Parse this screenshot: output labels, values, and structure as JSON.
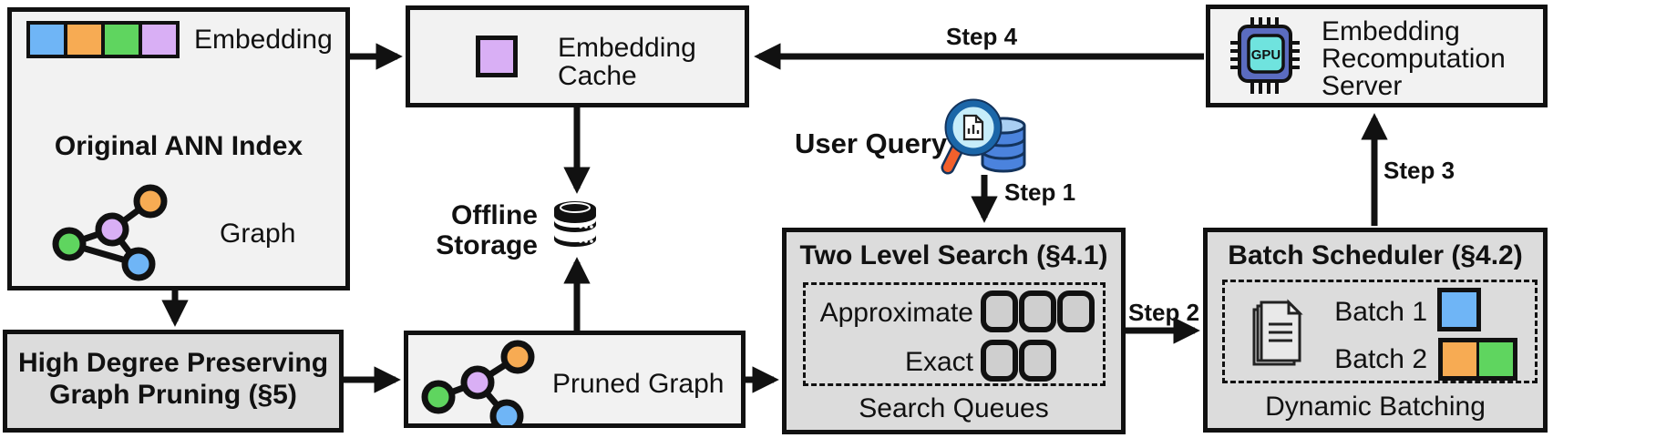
{
  "palette": {
    "blue": "#6FB5F6",
    "orange": "#F7AB53",
    "green": "#5FD55F",
    "purple": "#D9AFF5",
    "box_light": "#F2F2F2",
    "box_dark": "#DCDCDC",
    "queue_slot_fill": "#CFCFCF",
    "outline": "#111111",
    "gpu_chip_body": "#5B6CC0",
    "gpu_chip_core": "#6FE3DE",
    "magnifier_rim": "#1B66A8",
    "magnifier_lens": "#C7EDFA",
    "magnifier_handle": "#F2602C",
    "query_db_body": "#4B83DD",
    "query_db_top": "#A9CEF2"
  },
  "ann_index": {
    "embedding_label": "Embedding",
    "title": "Original ANN Index",
    "graph_label": "Graph",
    "embedding_vector_colors": [
      "blue",
      "orange",
      "green",
      "purple"
    ]
  },
  "embedding_cache": {
    "label": "Embedding Cache"
  },
  "offline_storage": {
    "label": "Offline Storage"
  },
  "user_query": {
    "label": "User Query"
  },
  "steps": {
    "s1": "Step 1",
    "s2": "Step 2",
    "s3": "Step 3",
    "s4": "Step 4"
  },
  "two_level_search": {
    "title": "Two Level Search (§4.1)",
    "approximate_label": "Approximate",
    "approximate_slots": 3,
    "exact_label": "Exact",
    "exact_slots": 2,
    "footer": "Search Queues"
  },
  "batch_scheduler": {
    "title": "Batch Scheduler (§4.2)",
    "batch1_label": "Batch 1",
    "batch1_colors": [
      "blue"
    ],
    "batch2_label": "Batch 2",
    "batch2_colors": [
      "orange",
      "green"
    ],
    "footer": "Dynamic Batching"
  },
  "recomputation_server": {
    "label": "Embedding Recomputation Server",
    "chip_label": "GPU"
  },
  "graph_pruning": {
    "title": "High Degree Preserving Graph Pruning (§5)"
  },
  "pruned_graph": {
    "label": "Pruned Graph"
  }
}
